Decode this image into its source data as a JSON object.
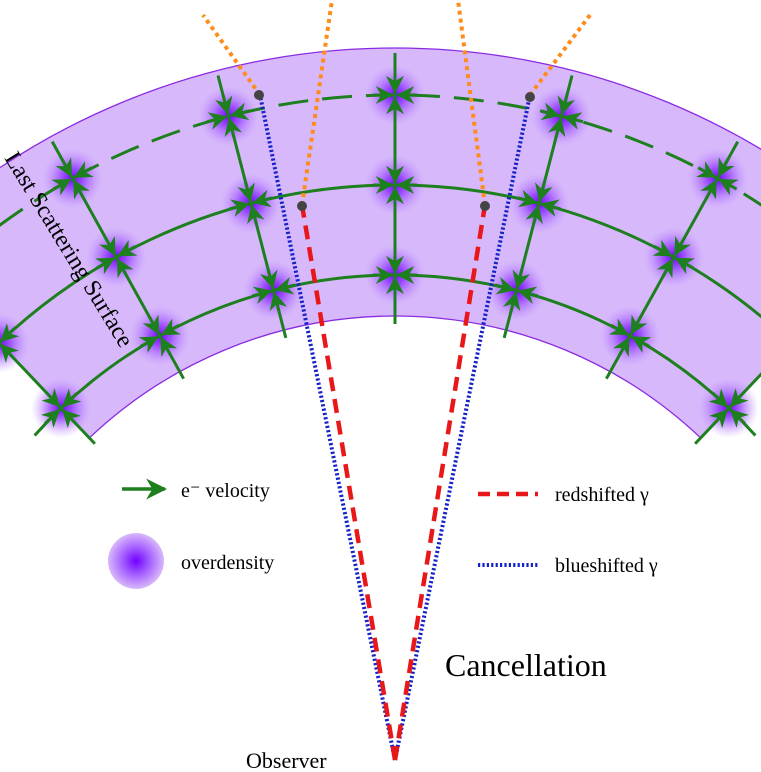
{
  "labels": {
    "surface": "Last Scattering Surface",
    "title": "Cancellation",
    "observer": "Observer"
  },
  "legend": {
    "velocity": "e⁻ velocity",
    "overdensity": "overdensity",
    "redshifted": "redshifted γ",
    "blueshifted": "blueshifted γ"
  },
  "colors": {
    "shell_fill": "#d7b8fb",
    "shell_stroke": "#8a2be2",
    "overdensity": "#7a00ff",
    "velocity": "#1e7f1e",
    "redshifted": "#e8171a",
    "blueshifted": "#1522c8",
    "sightline": "#ff8c1a",
    "scatter_point": "#444444"
  }
}
